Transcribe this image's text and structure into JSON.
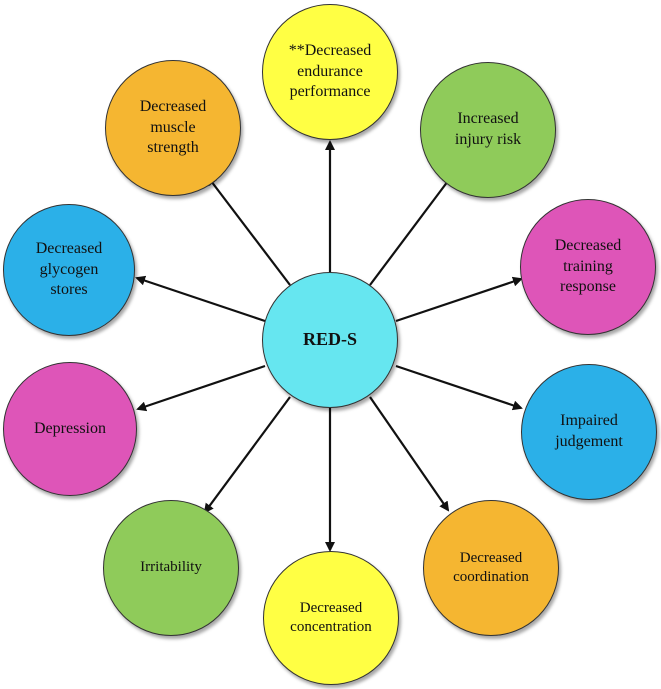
{
  "center": {
    "label": "RED-S",
    "color": "#66E6F0"
  },
  "nodes": [
    {
      "id": "top",
      "label": "**Decreased\nendurance\nperformance",
      "color": "#FFFF44"
    },
    {
      "id": "tl",
      "label": "Decreased\nmuscle\nstrength",
      "color": "#F5B631"
    },
    {
      "id": "tr",
      "label": "Increased\ninjury risk",
      "color": "#8FCB5A"
    },
    {
      "id": "l",
      "label": "Decreased\nglycogen\nstores",
      "color": "#2BB0E8"
    },
    {
      "id": "r",
      "label": "Decreased\ntraining\nresponse",
      "color": "#DE55B8"
    },
    {
      "id": "ll",
      "label": "Depression",
      "color": "#DE55B8"
    },
    {
      "id": "rr",
      "label": "Impaired\njudgement",
      "color": "#2BB0E8"
    },
    {
      "id": "bl",
      "label": "Irritability",
      "color": "#8FCB5A"
    },
    {
      "id": "br",
      "label": "Decreased\ncoordination",
      "color": "#F5B631"
    },
    {
      "id": "bottom",
      "label": "Decreased\nconcentration",
      "color": "#FFFF44"
    }
  ]
}
